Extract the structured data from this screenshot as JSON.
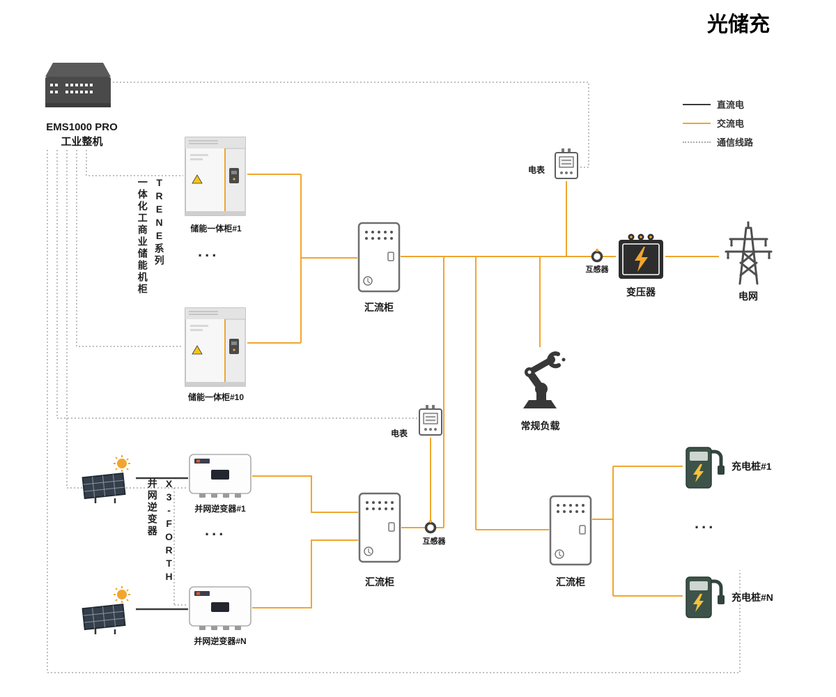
{
  "title": "光储充",
  "colors": {
    "dc": "#3a3a3a",
    "ac": "#f0a62e",
    "comm": "#aaaaaa"
  },
  "legend": [
    {
      "label": "直流电"
    },
    {
      "label": "交流电"
    },
    {
      "label": "通信线路"
    }
  ],
  "nodes": {
    "ems": {
      "line1": "EMS1000 PRO",
      "line2": "工业整机"
    },
    "storage_series": {
      "line1": "TRENE系列",
      "line2": "一体化工商业储能机柜"
    },
    "cabinet1": "储能一体柜#1",
    "cabinet10": "储能一体柜#10",
    "combiner1": "汇流柜",
    "combiner2": "汇流柜",
    "combiner3": "汇流柜",
    "meter1": "电表",
    "meter2": "电表",
    "ct1": "互感器",
    "ct2": "互感器",
    "transformer": "变压器",
    "grid": "电网",
    "load": "常规负载",
    "inverter_series": {
      "line1": "X3-FORTH",
      "line2": "并网逆变器"
    },
    "inverter1": "并网逆变器#1",
    "inverterN": "并网逆变器#N",
    "charger1": "充电桩#1",
    "chargerN": "充电桩#N",
    "ellipsis": "..."
  }
}
